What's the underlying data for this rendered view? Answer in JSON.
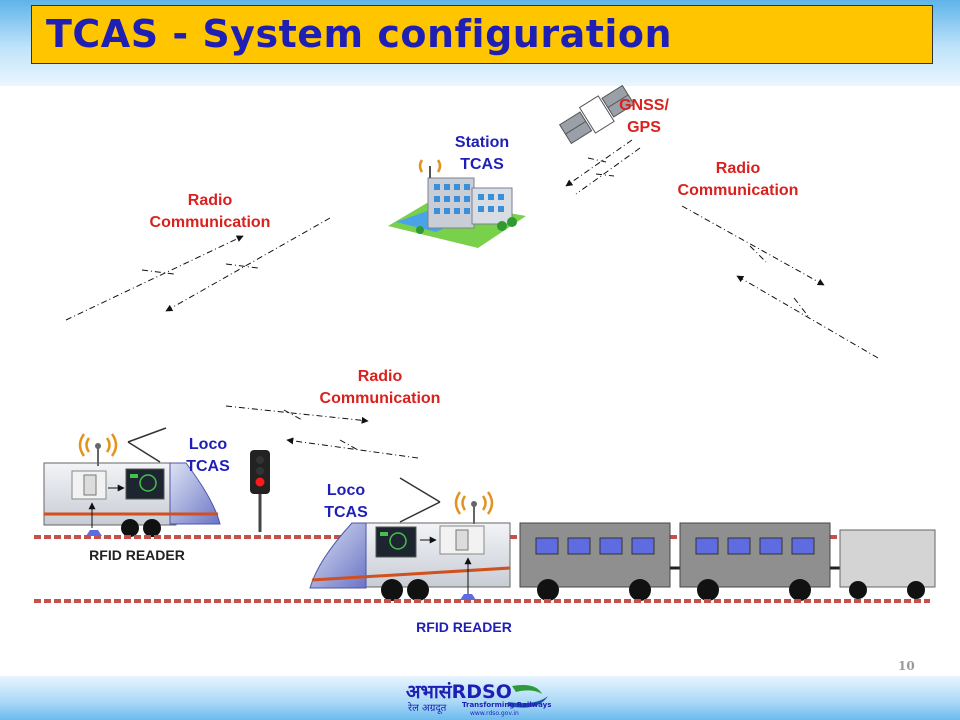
{
  "title": "TCAS - System configuration",
  "labels": {
    "gnss": "GNSS/\nGPS",
    "station": "Station\nTCAS",
    "radio_left": "Radio\nCommunication",
    "radio_right": "Radio\nCommunication",
    "radio_mid": "Radio\nCommunication",
    "loco_left": "Loco\nTCAS",
    "loco_right": "Loco\nTCAS",
    "rfid_left": "RFID READER",
    "rfid_right": "RFID READER"
  },
  "page_number": "10",
  "logo": {
    "mark": "अभासंRDSO",
    "hindi_tagline": "रेल अग्रदूत",
    "tagline": "Transforming Railways",
    "url": "www.rdso.gov.in"
  },
  "colors": {
    "title_bg": "#ffc600",
    "title_text": "#1f1fb5",
    "label_red": "#d9211e",
    "label_blue": "#1f1fb5",
    "coach": "#8f8f8f",
    "coach_window": "#5f6be0"
  }
}
